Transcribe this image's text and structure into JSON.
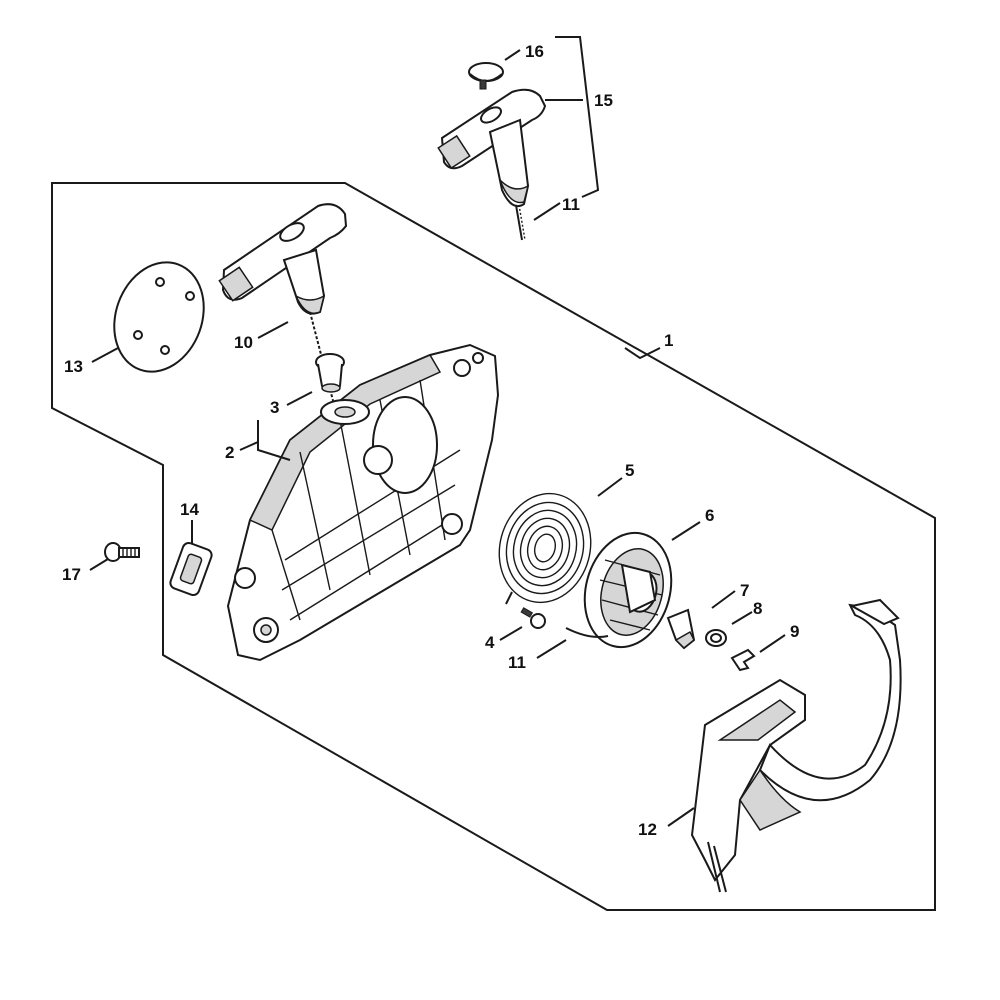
{
  "callouts": [
    {
      "id": "1",
      "text": "1"
    },
    {
      "id": "2",
      "text": "2"
    },
    {
      "id": "3",
      "text": "3"
    },
    {
      "id": "4",
      "text": "4"
    },
    {
      "id": "5",
      "text": "5"
    },
    {
      "id": "6",
      "text": "6"
    },
    {
      "id": "7",
      "text": "7"
    },
    {
      "id": "8",
      "text": "8"
    },
    {
      "id": "9",
      "text": "9"
    },
    {
      "id": "10",
      "text": "10"
    },
    {
      "id": "11a",
      "text": "11"
    },
    {
      "id": "11b",
      "text": "11"
    },
    {
      "id": "12",
      "text": "12"
    },
    {
      "id": "13",
      "text": "13"
    },
    {
      "id": "14",
      "text": "14"
    },
    {
      "id": "15",
      "text": "15"
    },
    {
      "id": "16",
      "text": "16"
    },
    {
      "id": "17",
      "text": "17"
    }
  ],
  "colors": {
    "line": "#1a1a1a",
    "shade": "#d6d6d6",
    "background": "#ffffff"
  }
}
